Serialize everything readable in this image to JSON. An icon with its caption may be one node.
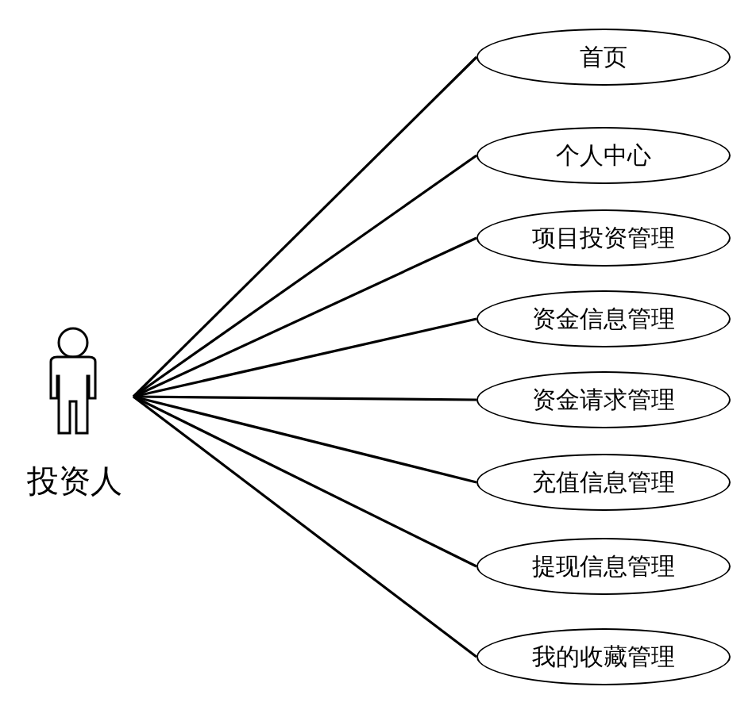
{
  "diagram": {
    "nodes": [
      {
        "text": [
          "投资人"
        ]
      },
      {
        "text": [
          "首页"
        ]
      },
      {
        "text": [
          "个人中心"
        ]
      },
      {
        "text": [
          "项目投资管理"
        ]
      },
      {
        "text": [
          "资金信息管理"
        ]
      },
      {
        "text": [
          "资金请求管理"
        ]
      },
      {
        "text": [
          "充值信息管理"
        ]
      },
      {
        "text": [
          "提现信息管理"
        ]
      },
      {
        "text": [
          "我的收藏管理"
        ]
      }
    ],
    "edges": [
      {
        "from": 0,
        "to": 1,
        "arrow": "none"
      },
      {
        "from": 0,
        "to": 2,
        "arrow": "none"
      },
      {
        "from": 0,
        "to": 3,
        "arrow": "none"
      },
      {
        "from": 0,
        "to": 4,
        "arrow": "none"
      },
      {
        "from": 0,
        "to": 5,
        "arrow": "none"
      },
      {
        "from": 0,
        "to": 6,
        "arrow": "none"
      },
      {
        "from": 0,
        "to": 7,
        "arrow": "none"
      },
      {
        "from": 0,
        "to": 8,
        "arrow": "none"
      }
    ]
  }
}
